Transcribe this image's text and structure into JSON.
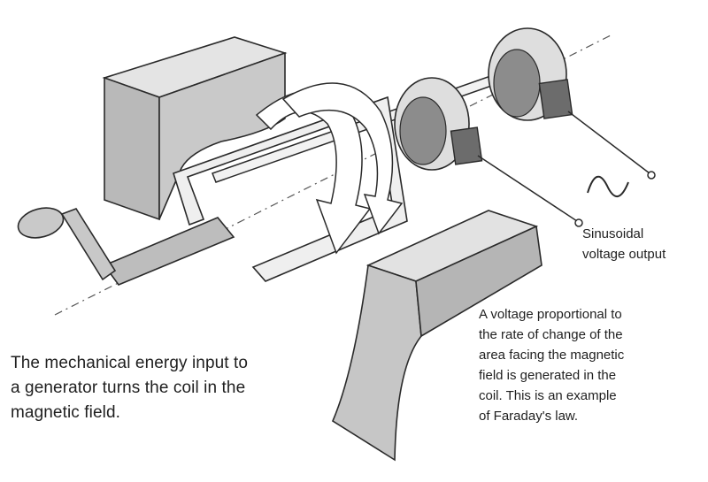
{
  "captions": {
    "mechanical": "The mechanical energy input to\na generator turns the coil in the\nmagnetic field.",
    "faraday": "A voltage proportional to\nthe rate of change of the\narea facing the magnetic\nfield is generated in the\ncoil. This is an example\nof Faraday's law.",
    "output": "Sinusoidal\nvoltage output"
  },
  "colors": {
    "magnet": "#c8c8c8",
    "ring": "#dcdcdc",
    "ring_inner": "#8a8a8a",
    "brush": "#6f6f6f",
    "outline": "#2a2a2a"
  }
}
